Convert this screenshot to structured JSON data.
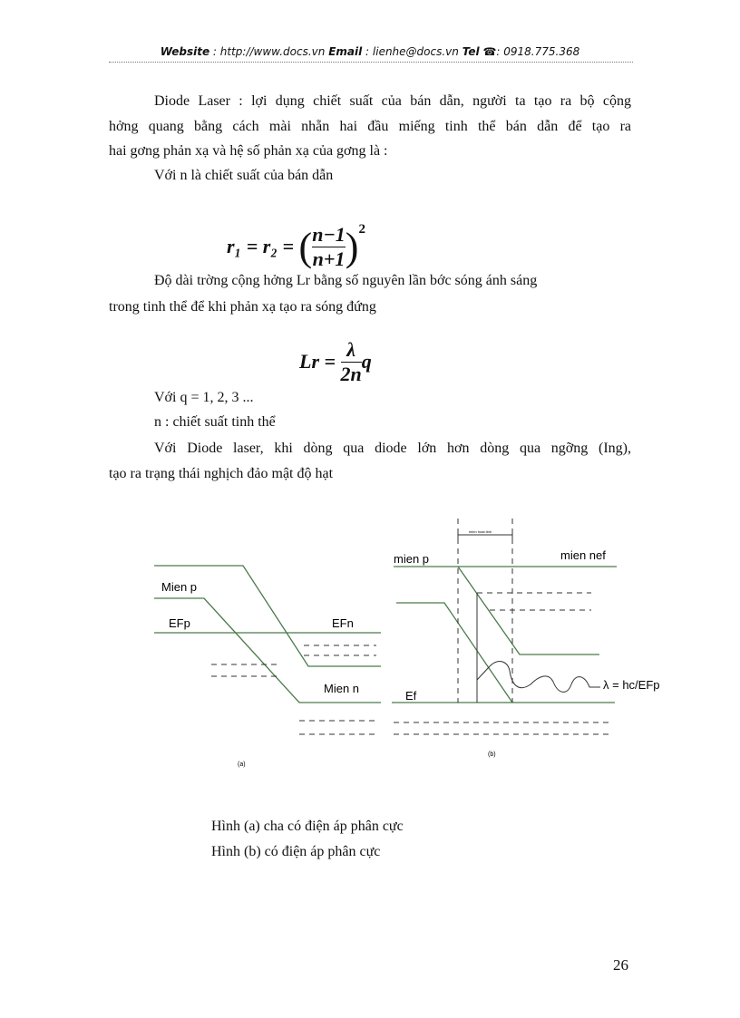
{
  "header": {
    "website_label": "Website",
    "website": ": http://www.docs.vn",
    "email_label": "Email",
    "email": ": lienhe@docs.vn",
    "tel_label": "Tel",
    "tel": ": 0918.775.368"
  },
  "paragraphs": [
    "Diode Laser : lợi dụng chiết suất của bán dẫn, người ta tạo ra bộ cộng",
    "hởng quang bằng cách mài nhẵn hai đầu miếng tinh thể bán dẫn để tạo ra",
    "hai gơng phản xạ và hệ số phản xạ của gơng là :",
    "Với n là chiết suất của bán dẫn",
    "Độ dài trờng cộng hởng Lr bằng số nguyên lần bớc sóng ánh sáng",
    "trong tinh thể để khi phản xạ tạo ra sóng đứng",
    "Với q = 1, 2, 3 ...",
    "n : chiết suất tinh thể",
    "Với Diode laser, khi dòng qua diode lớn hơn dòng qua ngỡng (Ing),",
    "tạo ra trạng thái nghịch đảo mật độ hạt"
  ],
  "formula1": {
    "lhs": "r₁ = r₂ =",
    "num": "n−1",
    "den": "n+1",
    "exp": "2"
  },
  "formula2": {
    "lhs": "Lr =",
    "num": "λ",
    "den": "2n",
    "q": "q"
  },
  "figure": {
    "a": {
      "mien_p": "Mien p",
      "efp": "EFp",
      "efn": "EFn",
      "mien_n": "Mien n",
      "caption": "(a)"
    },
    "b": {
      "mien_p": "mien p",
      "mien_n": "mien nef",
      "active": "mien hoat tinh",
      "ef": "Ef",
      "lambda": "λ = hc/EFp",
      "caption": "(b)"
    }
  },
  "captions": [
    "Hình (a) cha có điện áp phân cực",
    "Hình (b) có điện áp phân cực"
  ],
  "page_number": "26"
}
